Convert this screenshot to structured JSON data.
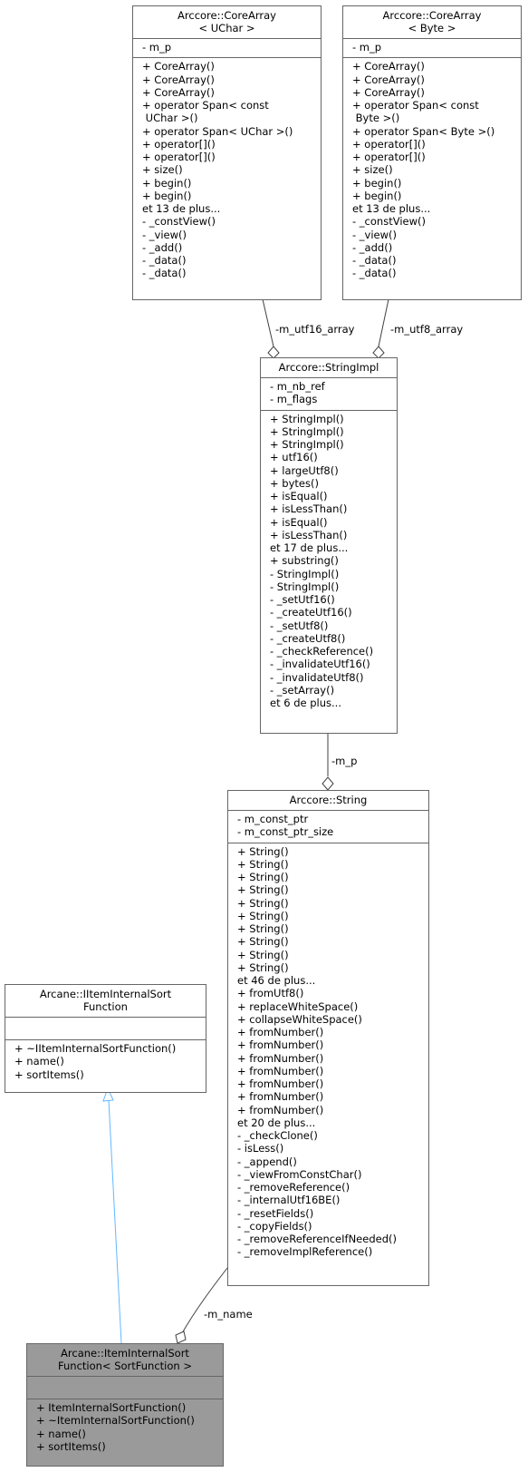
{
  "diagram": {
    "classes": {
      "core_uchar": {
        "title": [
          "Arccore::CoreArray",
          "< UChar >"
        ],
        "attributes": [
          "- m_p"
        ],
        "methods": [
          "+ CoreArray()",
          "+ CoreArray()",
          "+ CoreArray()",
          "+ operator Span< const",
          " UChar >()",
          "+ operator Span< UChar >()",
          "+ operator[]()",
          "+ operator[]()",
          "+ size()",
          "+ begin()",
          "+ begin()",
          "et 13 de plus...",
          "- _constView()",
          "- _view()",
          "- _add()",
          "- _data()",
          "- _data()"
        ]
      },
      "core_byte": {
        "title": [
          "Arccore::CoreArray",
          "< Byte >"
        ],
        "attributes": [
          "- m_p"
        ],
        "methods": [
          "+ CoreArray()",
          "+ CoreArray()",
          "+ CoreArray()",
          "+ operator Span< const",
          " Byte >()",
          "+ operator Span< Byte >()",
          "+ operator[]()",
          "+ operator[]()",
          "+ size()",
          "+ begin()",
          "+ begin()",
          "et 13 de plus...",
          "- _constView()",
          "- _view()",
          "- _add()",
          "- _data()",
          "- _data()"
        ]
      },
      "string_impl": {
        "title": [
          "Arccore::StringImpl"
        ],
        "attributes": [
          "- m_nb_ref",
          "- m_flags"
        ],
        "methods": [
          "+ StringImpl()",
          "+ StringImpl()",
          "+ StringImpl()",
          "+ utf16()",
          "+ largeUtf8()",
          "+ bytes()",
          "+ isEqual()",
          "+ isLessThan()",
          "+ isEqual()",
          "+ isLessThan()",
          "et 17 de plus...",
          "+ substring()",
          "- StringImpl()",
          "- StringImpl()",
          "- _setUtf16()",
          "- _createUtf16()",
          "- _setUtf8()",
          "- _createUtf8()",
          "- _checkReference()",
          "- _invalidateUtf16()",
          "- _invalidateUtf8()",
          "- _setArray()",
          "et 6 de plus..."
        ]
      },
      "string": {
        "title": [
          "Arccore::String"
        ],
        "attributes": [
          "- m_const_ptr",
          "- m_const_ptr_size"
        ],
        "methods": [
          "+ String()",
          "+ String()",
          "+ String()",
          "+ String()",
          "+ String()",
          "+ String()",
          "+ String()",
          "+ String()",
          "+ String()",
          "+ String()",
          "et 46 de plus...",
          "+ fromUtf8()",
          "+ replaceWhiteSpace()",
          "+ collapseWhiteSpace()",
          "+ fromNumber()",
          "+ fromNumber()",
          "+ fromNumber()",
          "+ fromNumber()",
          "+ fromNumber()",
          "+ fromNumber()",
          "+ fromNumber()",
          "et 20 de plus...",
          "- _checkClone()",
          "- isLess()",
          "- _append()",
          "- _viewFromConstChar()",
          "- _removeReference()",
          "- _internalUtf16BE()",
          "- _resetFields()",
          "- _copyFields()",
          "- _removeReferenceIfNeeded()",
          "- _removeImplReference()"
        ]
      },
      "iitem_sort": {
        "title": [
          "Arcane::IItemInternalSort",
          "Function"
        ],
        "attributes": [],
        "methods": [
          "+ ~IItemInternalSortFunction()",
          "+ name()",
          "+ sortItems()"
        ]
      },
      "item_sort": {
        "title": [
          "Arcane::ItemInternalSort",
          "Function< SortFunction >"
        ],
        "attributes": [],
        "methods": [
          "+ ItemInternalSortFunction()",
          "+ ~ItemInternalSortFunction()",
          "+ name()",
          "+ sortItems()"
        ]
      }
    },
    "edge_labels": {
      "utf16": "-m_utf16_array",
      "utf8": "-m_utf8_array",
      "m_p": "-m_p",
      "m_name": "-m_name"
    },
    "colors": {
      "border": "#666666",
      "focus_fill": "#9a9a9a",
      "composition_edge": "#404040",
      "inheritance_edge": "#63b8ff"
    }
  }
}
